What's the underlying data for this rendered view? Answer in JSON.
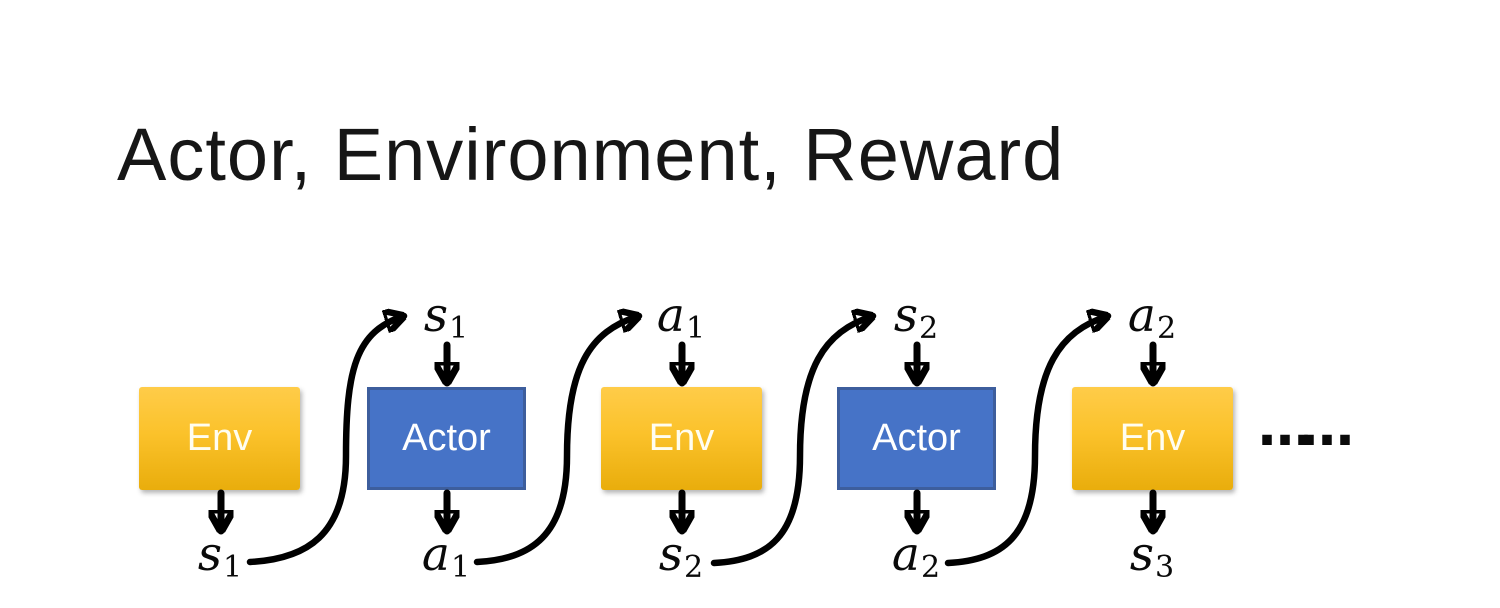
{
  "title": "Actor, Environment, Reward",
  "diagram": {
    "boxes": [
      {
        "label": "Env",
        "type": "env"
      },
      {
        "label": "Actor",
        "type": "actor"
      },
      {
        "label": "Env",
        "type": "env"
      },
      {
        "label": "Actor",
        "type": "actor"
      },
      {
        "label": "Env",
        "type": "env"
      }
    ],
    "top_labels": [
      {
        "base": "s",
        "sub": "1"
      },
      {
        "base": "a",
        "sub": "1"
      },
      {
        "base": "s",
        "sub": "2"
      },
      {
        "base": "a",
        "sub": "2"
      }
    ],
    "bottom_labels": [
      {
        "base": "s",
        "sub": "1"
      },
      {
        "base": "a",
        "sub": "1"
      },
      {
        "base": "s",
        "sub": "2"
      },
      {
        "base": "a",
        "sub": "2"
      },
      {
        "base": "s",
        "sub": "3"
      }
    ],
    "ellipsis": "……",
    "colors": {
      "env_gradient_top": "#FFCC49",
      "env_gradient_bottom": "#E9AD0C",
      "actor_fill": "#4673C7",
      "actor_border": "#3D5E9D",
      "arrow": "#000000",
      "text": "#161616"
    }
  }
}
